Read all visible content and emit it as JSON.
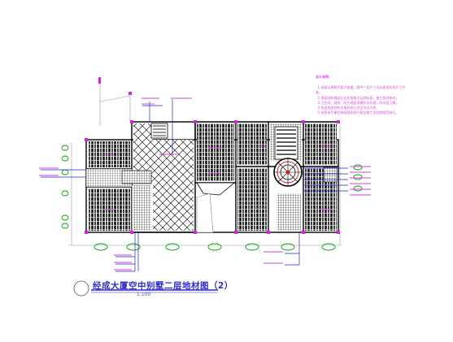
{
  "drawing": {
    "title": "经成大厦空中别墅二层地材图（2）",
    "scale_label": "1:100"
  },
  "notes": {
    "heading": "设计说明：",
    "lines": [
      "1.本图以建筑平面为依据，图中一切尺寸均以现场实测尺寸为准，",
      "2.地面材料铺设方式及规格详见材料表，施工前须核对，",
      "3.卫生间、厨房、阳台地面须做防水处理，防水层上翻，",
      "4.各类地面材料交接处收口详见节点大样，",
      "5.本图未尽事宜参照国家现行相关施工及验收规范执行。"
    ]
  },
  "colors": {
    "background": "#ffffff",
    "lines": "#000000",
    "leader": "#2222cc",
    "annotation": "#d040d8",
    "plants": "#00a000",
    "tile_hatch": "#333333",
    "markers": "#e020e0",
    "dim": "#888888"
  }
}
